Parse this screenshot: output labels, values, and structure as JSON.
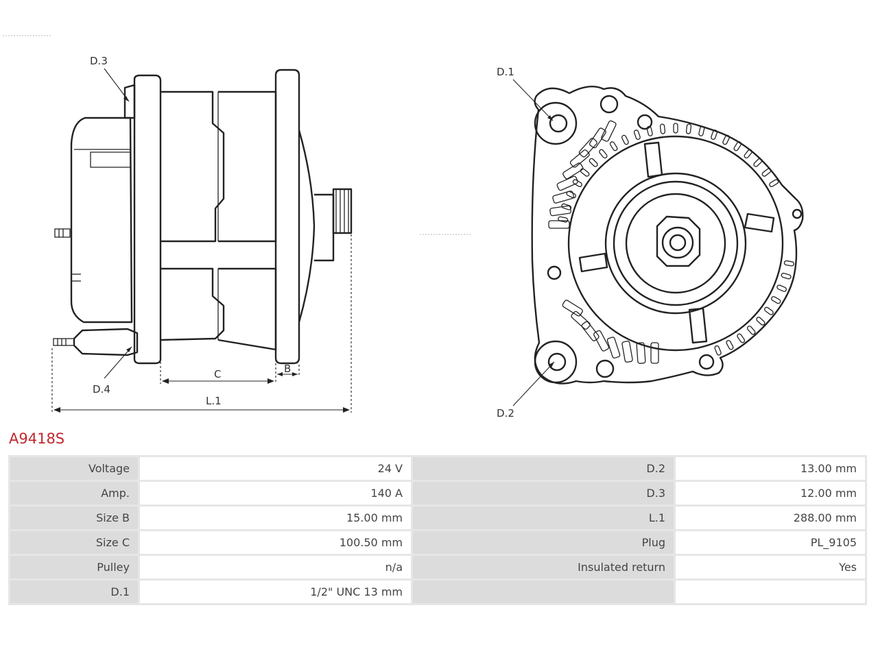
{
  "part_number": "A9418S",
  "diagram_labels": {
    "d3": "D.3",
    "d4": "D.4",
    "c": "C",
    "b": "B",
    "l1": "L.1",
    "d1": "D.1",
    "d2": "D.2"
  },
  "specs": {
    "left": [
      {
        "label": "Voltage",
        "value": "24 V"
      },
      {
        "label": "Amp.",
        "value": "140 A"
      },
      {
        "label": "Size B",
        "value": "15.00 mm"
      },
      {
        "label": "Size C",
        "value": "100.50 mm"
      },
      {
        "label": "Pulley",
        "value": "n/a"
      },
      {
        "label": "D.1",
        "value": "1/2\" UNC 13 mm"
      }
    ],
    "right": [
      {
        "label": "D.2",
        "value": "13.00 mm"
      },
      {
        "label": "D.3",
        "value": "12.00 mm"
      },
      {
        "label": "L.1",
        "value": "288.00 mm"
      },
      {
        "label": "Plug",
        "value": "PL_9105"
      },
      {
        "label": "Insulated return",
        "value": "Yes"
      },
      {
        "label": "",
        "value": ""
      }
    ]
  },
  "colors": {
    "accent": "#c0282d",
    "label_cell": "#dcdcdc",
    "value_cell": "#ffffff",
    "grid": "#e6e6e6"
  }
}
